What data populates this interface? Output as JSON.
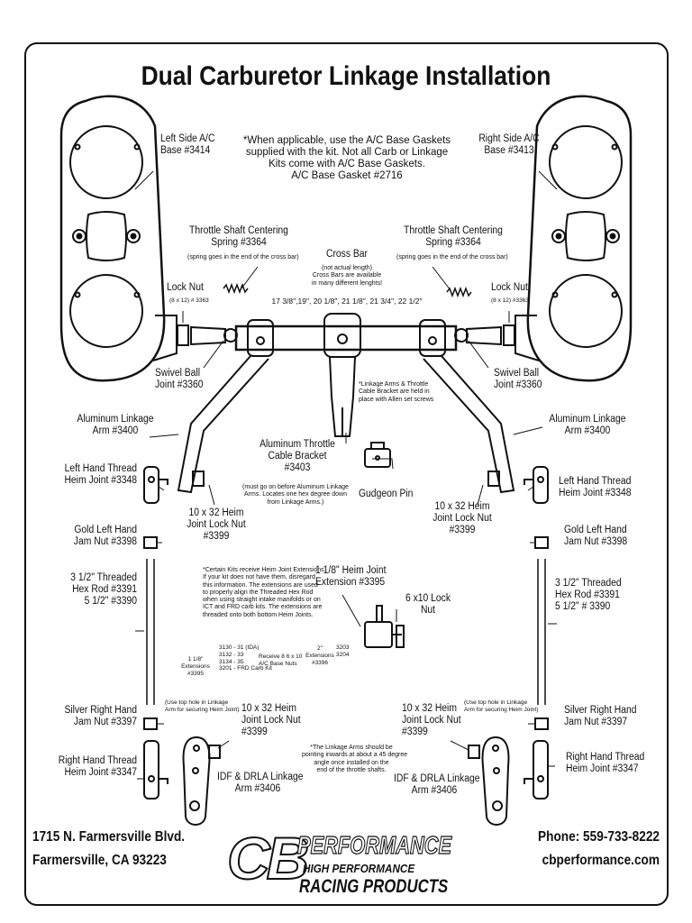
{
  "title": "Dual Carburetor Linkage Installation",
  "note_top": [
    "*When applicable, use the A/C Base Gaskets",
    "supplied with the kit. Not all Carb or Linkage",
    "Kits come with A/C Base Gaskets.",
    "A/C Base Gasket #2716"
  ],
  "left_base": [
    "Left Side A/C",
    "Base #3414"
  ],
  "right_base": [
    "Right Side A/C",
    "Base #3413"
  ],
  "spring_left": [
    "Throttle Shaft Centering",
    "Spring #3364"
  ],
  "spring_left_note": "(spring goes in the end of the cross bar)",
  "spring_right": [
    "Throttle Shaft Centering",
    "Spring #3364"
  ],
  "spring_right_note": "(spring goes in the end of the cross bar)",
  "cross_bar": "Cross Bar",
  "cross_bar_note": [
    "(not actual length)",
    "Cross Bars are available",
    "in many different lenghts!"
  ],
  "cross_bar_lengths": "17 3/8\",19\", 20 1/8\", 21 1/8\", 21 3/4\", 22 1/2\"",
  "lock_nut_left": "Lock Nut",
  "lock_nut_left_note": "(8 x 12) # 3363",
  "lock_nut_right": "Lock Nut",
  "lock_nut_right_note": "(8 x 12) #3363",
  "swivel_left": [
    "Swivel Ball",
    "Joint #3360"
  ],
  "swivel_right": [
    "Swivel Ball",
    "Joint #3360"
  ],
  "allen_note": [
    "*Linkage Arms & Throttle",
    "Cable Bracket are held in",
    "place with Allen set screws"
  ],
  "arm_left": [
    "Aluminum Linkage",
    "Arm #3400"
  ],
  "arm_right": [
    "Aluminum Linkage",
    "Arm #3400"
  ],
  "bracket": [
    "Aluminum Throttle",
    "Cable Bracket",
    "#3403"
  ],
  "bracket_note": [
    "(must go on before Aluminum Linkage",
    "Arms. Locates one hex degree down",
    "from Linkage Arms.)"
  ],
  "gudgeon": "Gudgeon Pin",
  "lh_heim_left": [
    "Left Hand Thread",
    "Heim Joint #3348"
  ],
  "lh_heim_right": [
    "Left Hand Thread",
    "Heim Joint #3348"
  ],
  "heim_lock_left": [
    "10 x 32 Heim",
    "Joint Lock Nut",
    "#3399"
  ],
  "heim_lock_right": [
    "10 x 32 Heim",
    "Joint Lock Nut",
    "#3399"
  ],
  "gold_left": [
    "Gold Left Hand",
    "Jam Nut #3398"
  ],
  "gold_right": [
    "Gold Left Hand",
    "Jam Nut #3398"
  ],
  "hex_left": [
    "3 1/2\" Threaded",
    "Hex Rod #3391",
    "5 1/2\" #3390"
  ],
  "hex_right": [
    "3 1/2\" Threaded",
    "Hex Rod #3391",
    "5 1/2\" # 3390"
  ],
  "ext_note": [
    "*Certain Kits receive Heim Joint Extensions.",
    "If your kit does not have them, disregard",
    "this information. The extensions are used",
    "to properly align the Threaded Hex Rod",
    "when using straight intake manifolds or on",
    "ICT and FRD carb kits. The extensions are",
    "threaded onto both bottom Heim Joints."
  ],
  "ext_395": [
    "1 1/8\" Heim Joint",
    "Extension #3395"
  ],
  "lock_6x10": [
    "6 x10 Lock",
    "Nut"
  ],
  "ext_table_label": [
    "1 1/8\"",
    "Extensions",
    "#3395"
  ],
  "ext_table_rows": [
    "3130 - 31 (IDA)",
    "3132 - 33",
    "3134 - 35",
    "3201 - FRD Carb Kit"
  ],
  "ext_table_receive": [
    "Receive 8 6 x 10",
    "A/C Base Nuts"
  ],
  "ext_2in_label": [
    "2\"",
    "Extensions",
    "#3396"
  ],
  "ext_2in_rows": [
    "3203",
    "3204"
  ],
  "silver_left": [
    "Silver Right Hand",
    "Jam Nut #3397"
  ],
  "silver_right": [
    "Silver Right Hand",
    "Jam Nut #3397"
  ],
  "rh_heim_left": [
    "Right Hand Thread",
    "Heim Joint #3347"
  ],
  "rh_heim_right": [
    "Right Hand Thread",
    "Heim Joint #3347"
  ],
  "top_hole_left": [
    "(Use top hole in Linkage",
    "Arm for securing Heim Joint)"
  ],
  "top_hole_right": [
    "(Use top hole in Linkage",
    "Arm for securing Heim Joint)"
  ],
  "heim_lock_left_b": [
    "10 x 32 Heim",
    "Joint Lock Nut",
    "#3399"
  ],
  "heim_lock_right_b": [
    "10 x 32 Heim",
    "Joint Lock Nut",
    "#3399"
  ],
  "idf_left": [
    "IDF & DRLA Linkage",
    "Arm #3406"
  ],
  "idf_right": [
    "IDF & DRLA Linkage",
    "Arm #3406"
  ],
  "angle_note": [
    "*The Linkage Arms should be",
    "pointing inwards at about a 45 degree",
    "angle once installed on the",
    "end of the throttle shafts."
  ],
  "footer": {
    "address1": "1715 N. Farmersville Blvd.",
    "address2": "Farmersville, CA 93223",
    "phone": "Phone: 559-733-8222",
    "web": "cbperformance.com",
    "logo_cb": "CB",
    "logo_performance": "PERFORMANCE",
    "logo_high": "HIGH PERFORMANCE",
    "logo_racing": "RACING PRODUCTS"
  }
}
